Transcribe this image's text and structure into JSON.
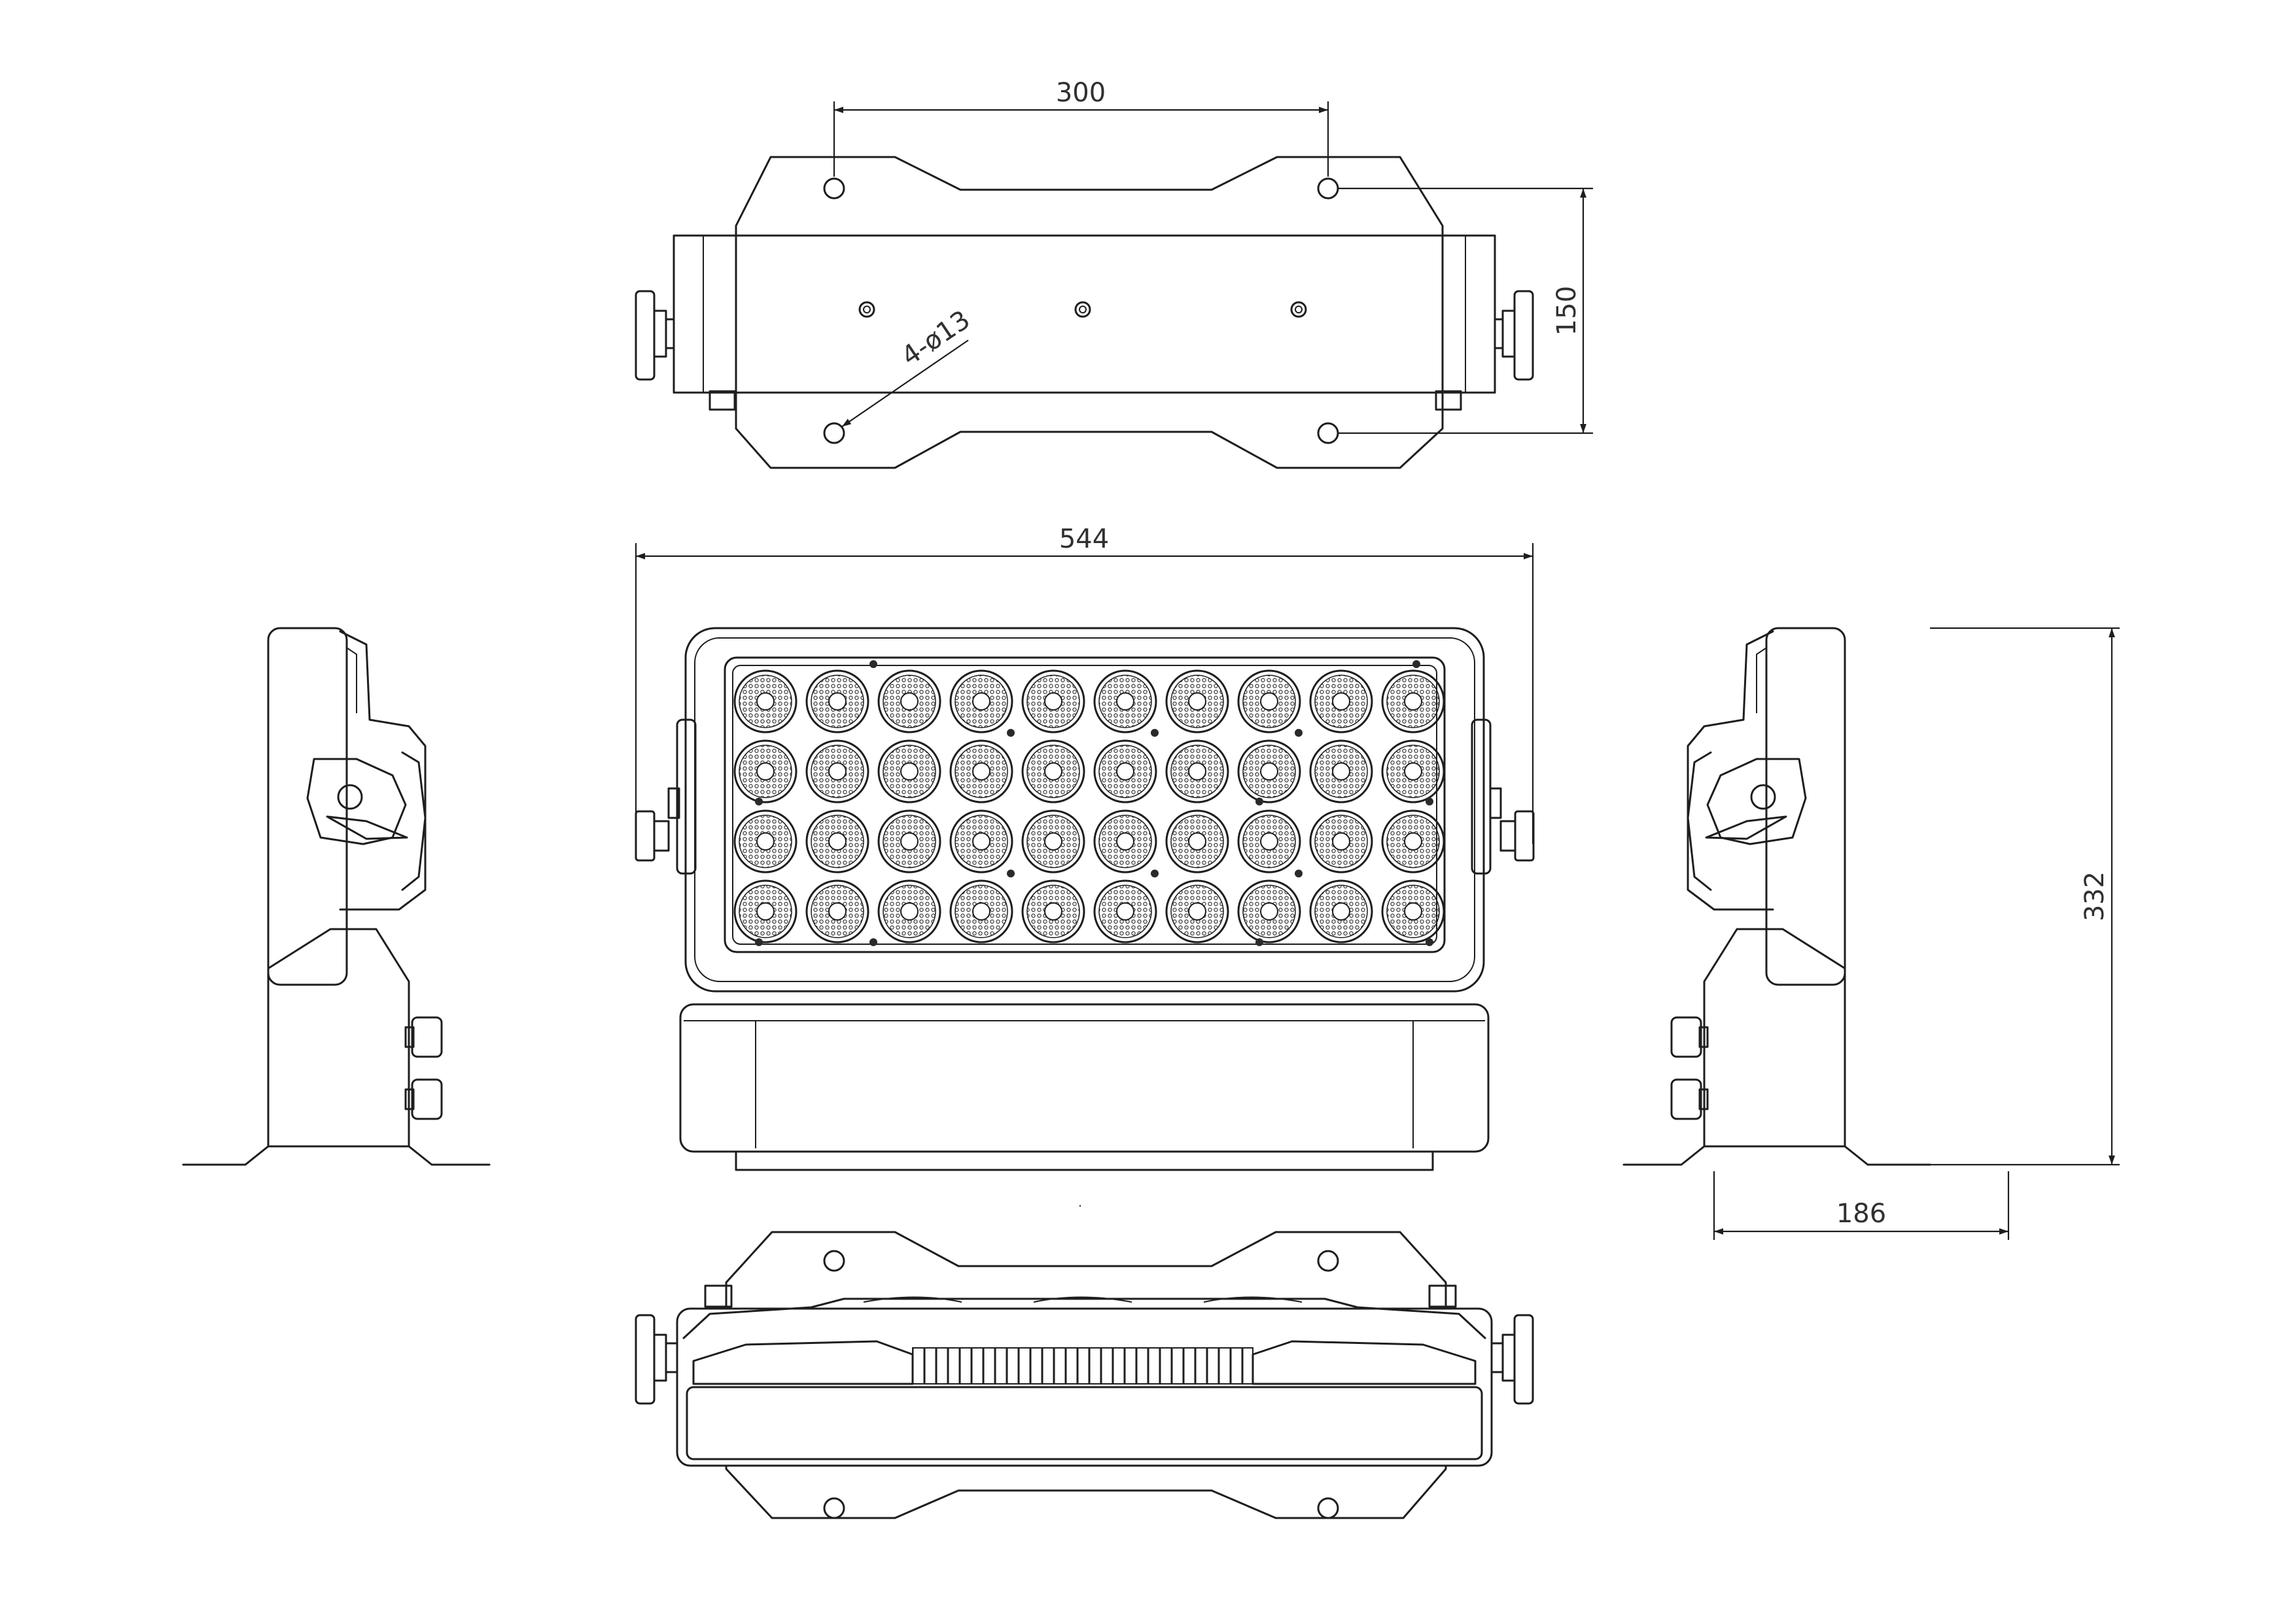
{
  "dimensions": {
    "top_hole_spacing": "300",
    "top_depth": "150",
    "hole_callout": "4-ø13",
    "front_width": "544",
    "side_height": "332",
    "side_depth": "186"
  },
  "led_array": {
    "rows": 4,
    "columns": 10
  },
  "colors": {
    "line": "#1e1e1e",
    "background": "#ffffff"
  }
}
